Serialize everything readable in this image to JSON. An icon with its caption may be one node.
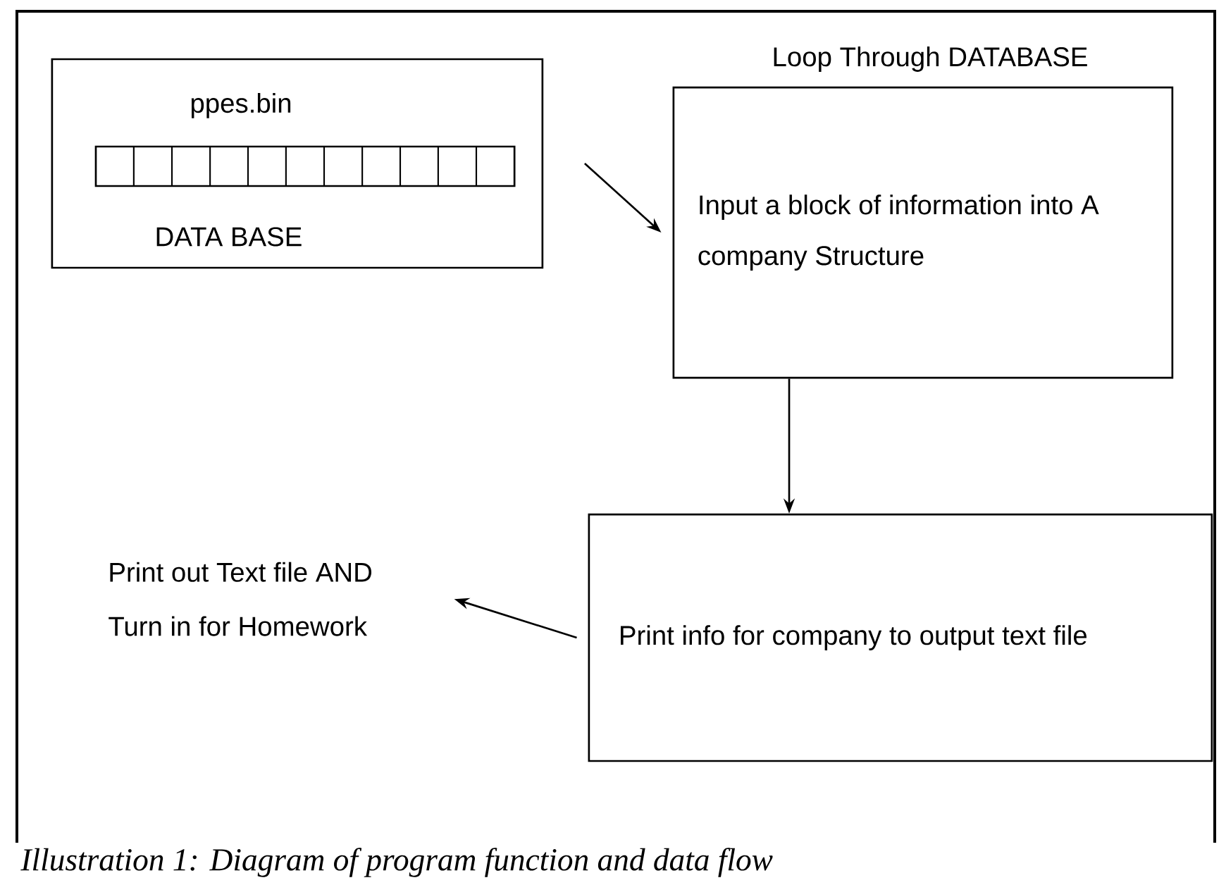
{
  "diagram": {
    "caption": "Illustration 1: Diagram of program function and data flow",
    "nodes": [
      {
        "text": [
          "ppes.bin",
          "DATA BASE"
        ]
      },
      {
        "text": [
          "Loop Through DATABASE",
          "Input a block of information into A company Structure"
        ]
      },
      {
        "text": [
          "Print info for company to output text file"
        ]
      },
      {
        "text": [
          "Print out Text file AND Turn in for Homework"
        ]
      }
    ],
    "edges": [
      {
        "from": 0,
        "to": 1,
        "arrow": "to"
      },
      {
        "from": 1,
        "to": 2,
        "arrow": "to"
      },
      {
        "from": 2,
        "to": 3,
        "arrow": "to"
      }
    ]
  }
}
